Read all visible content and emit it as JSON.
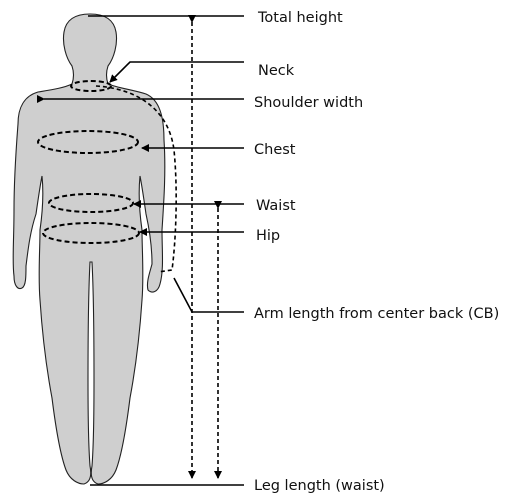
{
  "diagram": {
    "labels": {
      "total_height": "Total height",
      "neck": "Neck",
      "shoulder_width": "Shoulder width",
      "chest": "Chest",
      "waist": "Waist",
      "hip": "Hip",
      "arm_length": "Arm length from center back (CB)",
      "leg_length": "Leg length (waist)"
    },
    "colors": {
      "body_fill": "#cfcfcf",
      "outline": "#222222",
      "line": "#000000"
    }
  }
}
